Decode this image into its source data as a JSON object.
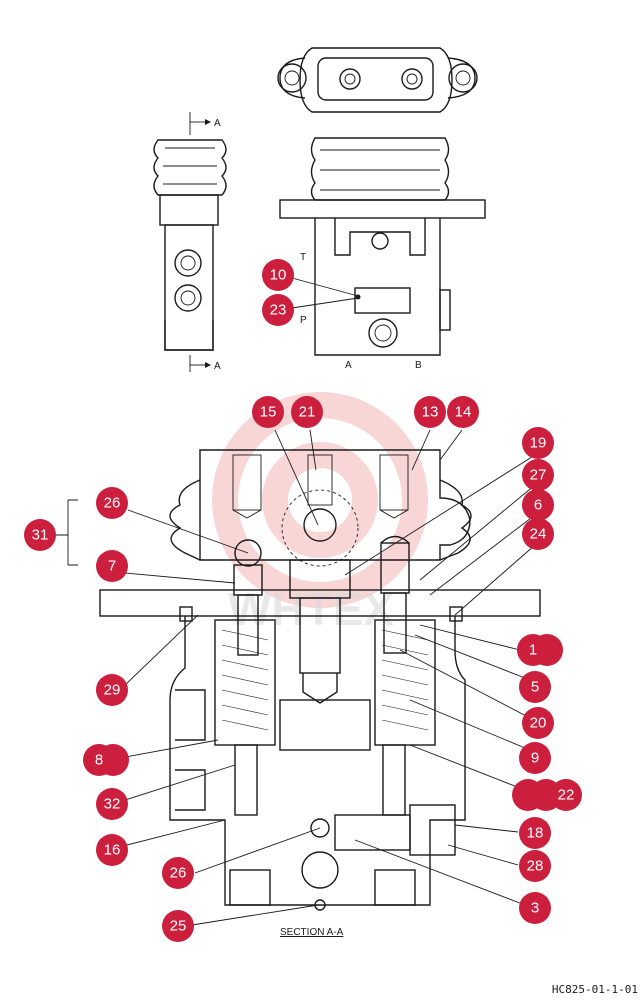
{
  "view_labels": {
    "section_arrow_top": "A",
    "section_arrow_bottom": "A",
    "port_t": "T",
    "port_p": "P",
    "port_a": "A",
    "port_b": "B",
    "section_title": "SECTION  A-A"
  },
  "watermark_text": "WHTEX",
  "reference_code": "HC825-01-1-01",
  "callouts": [
    "10",
    "23",
    "15",
    "21",
    "13",
    "14",
    "19",
    "27",
    "6",
    "24",
    "26",
    "31",
    "7",
    "1",
    "5",
    "29",
    "20",
    "8",
    "9",
    "32",
    "16",
    "22",
    "18",
    "26",
    "28",
    "3",
    "25"
  ],
  "colors": {
    "callout": "#cc1f3d",
    "line": "#1a1a1a",
    "watermark": "#f2b5b5"
  }
}
